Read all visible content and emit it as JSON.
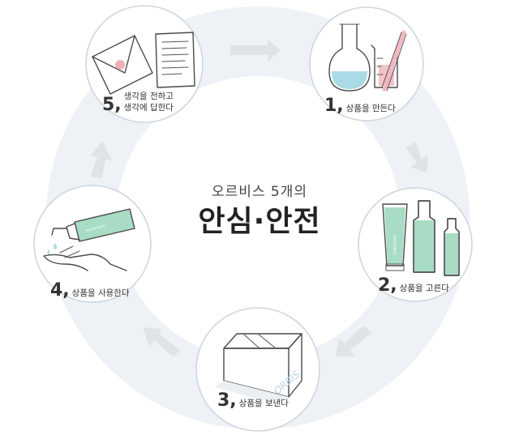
{
  "center": {
    "subtitle": "오르비스 5개의",
    "title": "안심·안전"
  },
  "steps": [
    {
      "number": "1,",
      "label": "상품을 만든다"
    },
    {
      "number": "2,",
      "label": "상품을 고른다"
    },
    {
      "number": "3,",
      "label": "상품을 보낸다"
    },
    {
      "number": "4,",
      "label": "상품을 사용한다"
    },
    {
      "number": "5,",
      "label_line1": "생각을 전하고",
      "label_line2": "생각에 답한다"
    }
  ],
  "product_text": {
    "brand_box": "ORBIS",
    "brand_bottle": "AQUAFORCE"
  },
  "colors": {
    "ring": "#eef2f7",
    "arrow": "#dfe3e8",
    "liquid_blue": "#a9dbe6",
    "liquid_pink": "#f2b7c0",
    "bottle_green": "#a8dcc4",
    "wax_seal": "#f0aeb9"
  },
  "icons": [
    "flask-icon",
    "bottles-icon",
    "box-icon",
    "hand-dispenser-icon",
    "letter-icon"
  ]
}
